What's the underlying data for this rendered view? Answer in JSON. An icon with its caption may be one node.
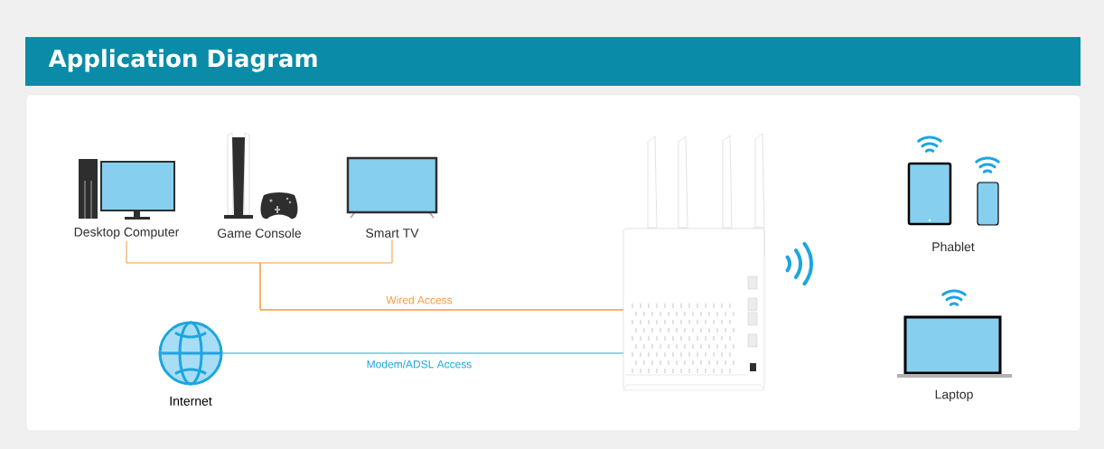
{
  "diagram": {
    "title": "Application Diagram",
    "nodes": [
      {
        "text": [
          "Desktop Computer"
        ]
      },
      {
        "text": [
          "Game Console"
        ]
      },
      {
        "text": [
          "Smart TV"
        ]
      },
      {
        "text": [
          "Internet"
        ]
      },
      {
        "text": [],
        "shape": "picture"
      },
      {
        "text": [
          "Phablet"
        ]
      },
      {
        "text": [
          "Laptop"
        ]
      }
    ],
    "edges": [
      {
        "from": 0,
        "to": 4,
        "arrow": "none",
        "label": "Wired Access",
        "color": "#f39a40"
      },
      {
        "from": 2,
        "to": 4,
        "arrow": "none",
        "color": "#f39a40"
      },
      {
        "from": 3,
        "to": 4,
        "arrow": "none",
        "label": "Modem/ADSL Access",
        "color": "#1ba6e0"
      }
    ]
  }
}
